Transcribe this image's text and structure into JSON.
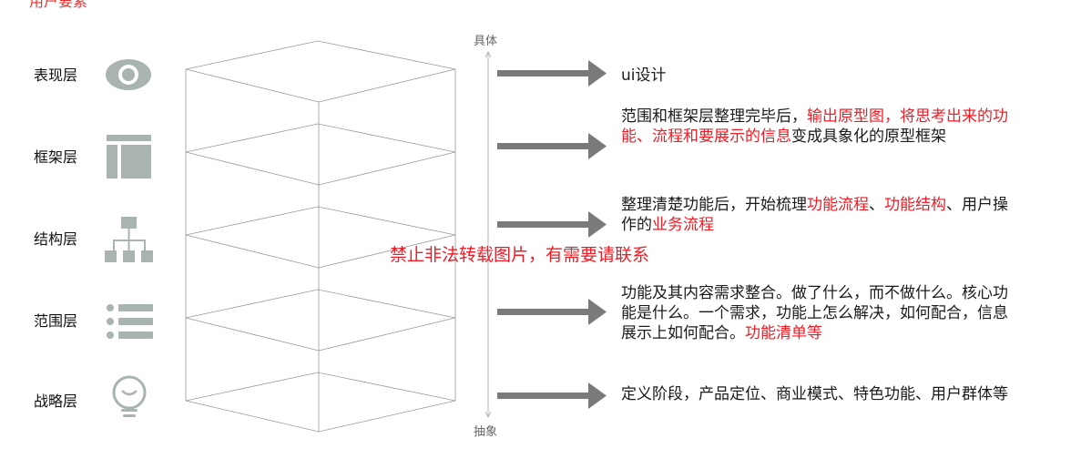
{
  "title_cut": "用户要素",
  "axis": {
    "top": "具体",
    "bottom": "抽象"
  },
  "layers": [
    {
      "label": "表现层",
      "icon": "eye-icon"
    },
    {
      "label": "框架层",
      "icon": "layout-icon"
    },
    {
      "label": "结构层",
      "icon": "hierarchy-icon"
    },
    {
      "label": "范围层",
      "icon": "list-icon"
    },
    {
      "label": "战略层",
      "icon": "lightbulb-icon"
    }
  ],
  "descriptions": [
    {
      "parts": [
        {
          "text": "ui设计",
          "hl": false
        }
      ]
    },
    {
      "parts": [
        {
          "text": "范围和框架层整理完毕后，",
          "hl": false
        },
        {
          "text": "输出原型图，将思考出来的功能、流程和要展示的信息",
          "hl": true
        },
        {
          "text": "变成具象化的原型框架",
          "hl": false
        }
      ]
    },
    {
      "parts": [
        {
          "text": "整理清楚功能后，开始梳理",
          "hl": false
        },
        {
          "text": "功能流程",
          "hl": true
        },
        {
          "text": "、",
          "hl": false
        },
        {
          "text": "功能结构",
          "hl": true
        },
        {
          "text": "、用户操作的",
          "hl": false
        },
        {
          "text": "业务流程",
          "hl": true
        }
      ]
    },
    {
      "parts": [
        {
          "text": "功能及其内容需求整合。做了什么，而不做什么。核心功能是什么。一个需求，功能上怎么解决，如何配合，信息展示上如何配合。",
          "hl": false
        },
        {
          "text": "功能清单等",
          "hl": true
        }
      ]
    },
    {
      "parts": [
        {
          "text": "定义阶段，产品定位、商业模式、特色功能、用户群体等",
          "hl": false
        }
      ]
    }
  ],
  "watermark": "禁止非法转载图片，有需要请联系",
  "colors": {
    "highlight": "#ee1c25",
    "icon": "#a9b4b2",
    "arrow": "#7a7a7a",
    "line": "#9a9a9a"
  }
}
